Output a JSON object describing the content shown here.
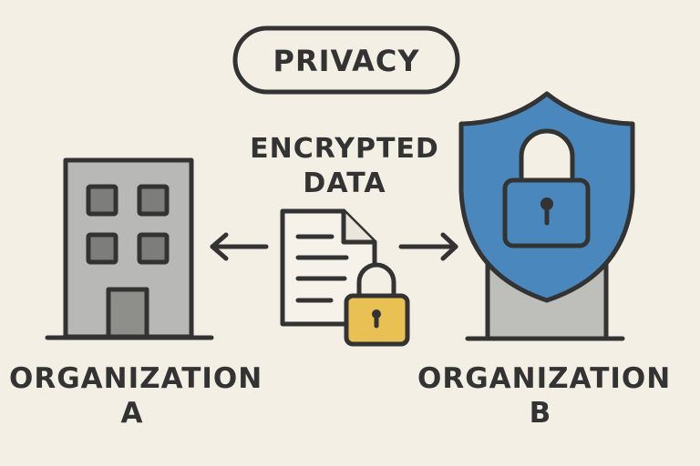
{
  "title_badge": "PRIVACY",
  "center_label": {
    "line1": "ENCRYPTED",
    "line2": "DATA"
  },
  "org_a": {
    "line1": "ORGANIZATION",
    "line2": "A"
  },
  "org_b": {
    "line1": "ORGANIZATION",
    "line2": "B"
  },
  "colors": {
    "background": "#f4efe4",
    "stroke": "#333333",
    "shield": "#4a87bd",
    "padlock": "#e9c053",
    "building": "#b8b8b6",
    "window": "#7d7d7b"
  }
}
